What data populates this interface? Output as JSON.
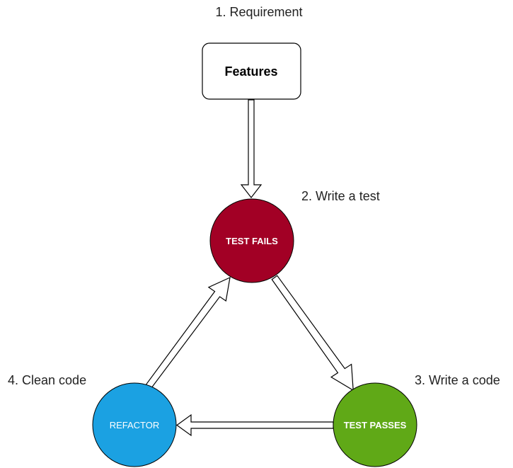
{
  "steps": {
    "requirement": "1. Requirement",
    "write_test": "2. Write a test",
    "write_code": "3. Write a code",
    "clean_code": "4. Clean code"
  },
  "nodes": {
    "features": {
      "label": "Features"
    },
    "test_fails": {
      "label": "TEST FAILS",
      "color": "#a20025"
    },
    "test_passes": {
      "label": "TEST PASSES",
      "color": "#60a917"
    },
    "refactor": {
      "label": "REFACTOR",
      "color": "#1ba1e2"
    }
  },
  "colors": {
    "stroke": "#000000",
    "box_fill": "#ffffff",
    "arrow_fill": "#ffffff"
  }
}
